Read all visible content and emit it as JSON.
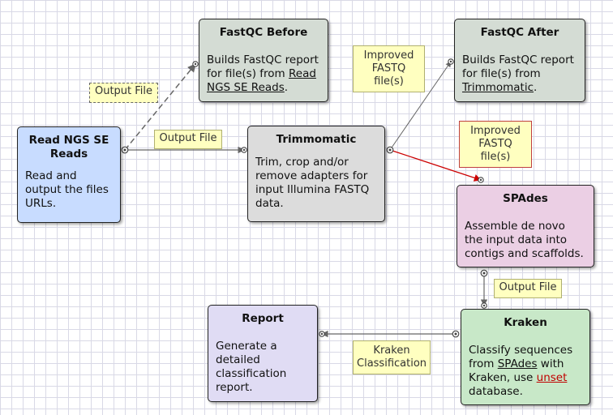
{
  "nodes": {
    "read_ngs": {
      "title": "Read NGS SE Reads",
      "desc": "Read and output the files URLs.",
      "color": "#c8dcff"
    },
    "fastqc_before": {
      "title": "FastQC Before",
      "desc_prefix": "Builds FastQC report for file(s) from ",
      "desc_link": "Read NGS SE Reads",
      "desc_suffix": ".",
      "color": "#d4dcd4"
    },
    "trimmomatic": {
      "title": "Trimmomatic",
      "desc": "Trim, crop and/or remove adapters for input Illumina FASTQ data.",
      "color": "#dcdcdc"
    },
    "fastqc_after": {
      "title": "FastQC After",
      "desc_prefix": "Builds FastQC report for file(s) from ",
      "desc_link": "Trimmomatic",
      "desc_suffix": ".",
      "color": "#d4dcd4"
    },
    "spades": {
      "title": "SPAdes",
      "desc": "Assemble de novo the input data into contigs and scaffolds.",
      "color": "#ebcfe4"
    },
    "kraken": {
      "title": "Kraken",
      "desc_prefix": "Classify sequences from ",
      "desc_link": "SPAdes",
      "desc_mid": " with Kraken, use ",
      "desc_link2": "unset",
      "desc_suffix": " database.",
      "color": "#c8e8c8"
    },
    "report": {
      "title": "Report",
      "desc": "Generate a detailed classification report.",
      "color": "#e0dcf4"
    }
  },
  "edge_labels": {
    "read_to_fastqc_before": "Output File",
    "read_to_trimmomatic": "Output File",
    "trim_to_fastqc_after": "Improved FASTQ file(s)",
    "trim_to_spades": "Improved FASTQ file(s)",
    "spades_to_kraken": "Output File",
    "kraken_to_report": "Kraken Classification"
  },
  "colors": {
    "edge": "#666666",
    "edge_highlight": "#cc0000"
  }
}
